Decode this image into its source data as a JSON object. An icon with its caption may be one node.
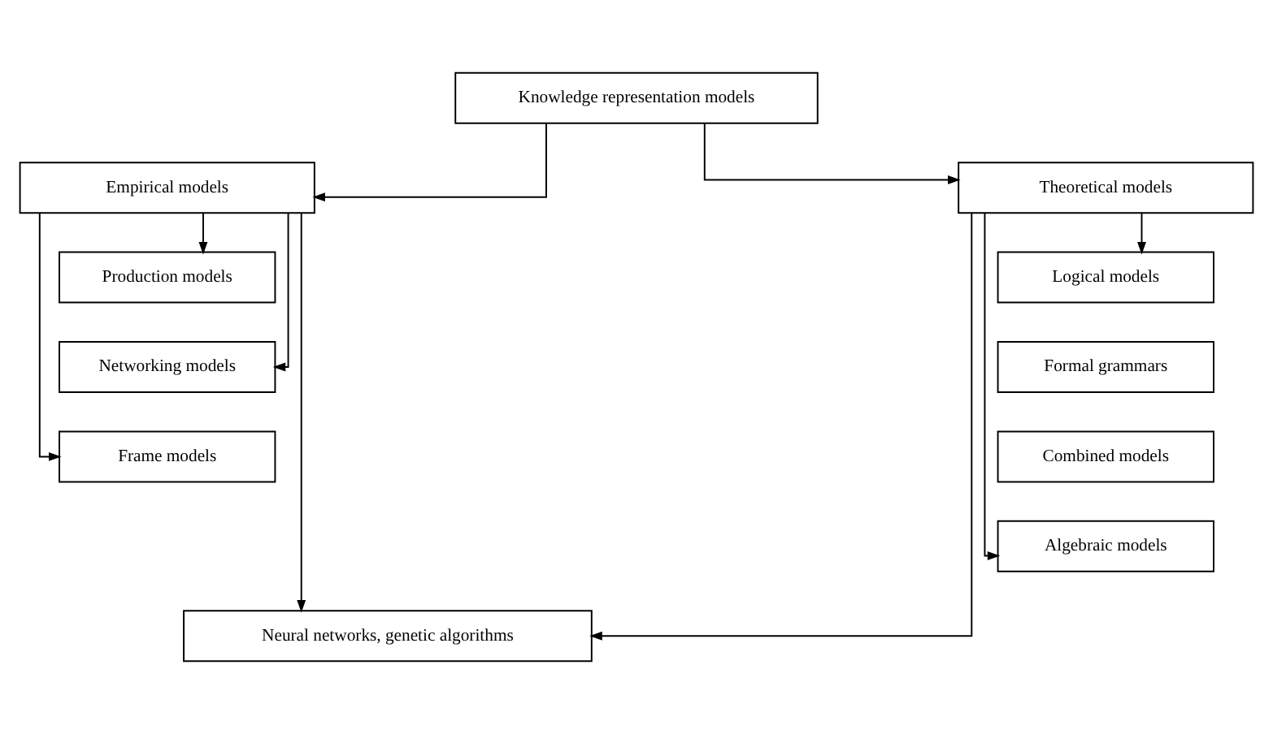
{
  "diagram": {
    "nodes": [
      {
        "text": [
          "Knowledge representation models"
        ]
      },
      {
        "text": [
          "Empirical models"
        ]
      },
      {
        "text": [
          "Theoretical models"
        ]
      },
      {
        "text": [
          "Production models"
        ]
      },
      {
        "text": [
          "Networking models"
        ]
      },
      {
        "text": [
          "Frame models"
        ]
      },
      {
        "text": [
          "Logical models"
        ]
      },
      {
        "text": [
          "Formal grammars"
        ]
      },
      {
        "text": [
          "Combined models"
        ]
      },
      {
        "text": [
          "Algebraic models"
        ]
      },
      {
        "text": [
          "Neural networks, genetic algorithms"
        ]
      }
    ],
    "edges": [
      {
        "from": 0,
        "to": 1,
        "arrow": "to"
      },
      {
        "from": 0,
        "to": 2,
        "arrow": "to"
      },
      {
        "from": 1,
        "to": 3,
        "arrow": "to"
      },
      {
        "from": 1,
        "to": 4,
        "arrow": "to"
      },
      {
        "from": 1,
        "to": 5,
        "arrow": "to"
      },
      {
        "from": 1,
        "to": 10,
        "arrow": "to"
      },
      {
        "from": 2,
        "to": 6,
        "arrow": "to"
      },
      {
        "from": 2,
        "to": 9,
        "arrow": "to"
      },
      {
        "from": 2,
        "to": 10,
        "arrow": "to"
      }
    ]
  }
}
